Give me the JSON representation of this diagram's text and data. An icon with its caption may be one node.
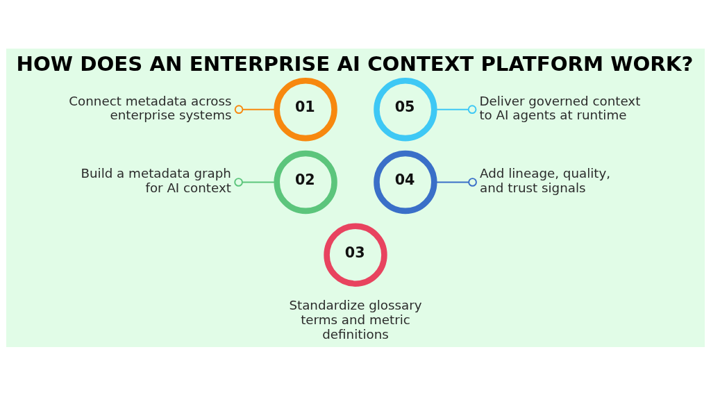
{
  "diagram": {
    "title": "HOW DOES AN ENTERPRISE AI CONTEXT PLATFORM WORK?",
    "nodes": [
      {
        "text": [
          "Connect metadata across enterprise systems"
        ]
      },
      {
        "text": [
          "01"
        ]
      },
      {
        "text": [
          "05"
        ]
      },
      {
        "text": [
          "Deliver governed context to AI agents at runtime"
        ]
      },
      {
        "text": [
          "Build a metadata graph for AI context"
        ]
      },
      {
        "text": [
          "02"
        ]
      },
      {
        "text": [
          "04"
        ]
      },
      {
        "text": [
          "Add lineage, quality, and trust signals"
        ]
      },
      {
        "text": [
          "03"
        ],
        "beside": [
          "Standardize glossary terms and metric definitions"
        ]
      }
    ],
    "edges": [
      {
        "from": 0,
        "to": 1,
        "arrow": "other",
        "color": "#f7880f"
      },
      {
        "from": 2,
        "to": 3,
        "arrow": "other",
        "color": "#3ec8f5"
      },
      {
        "from": 4,
        "to": 5,
        "arrow": "other",
        "color": "#5cc57c"
      },
      {
        "from": 6,
        "to": 7,
        "arrow": "other",
        "color": "#3a6fc8"
      }
    ]
  }
}
